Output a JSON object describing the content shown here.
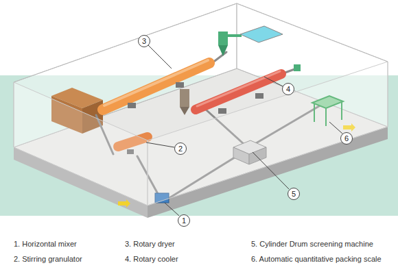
{
  "diagram": {
    "nodes": [
      {
        "text": [
          "3"
        ]
      },
      {
        "text": [
          "4"
        ]
      },
      {
        "text": [
          "6"
        ]
      },
      {
        "text": [
          "2"
        ]
      },
      {
        "text": [
          "5"
        ]
      },
      {
        "text": [
          "1"
        ]
      }
    ],
    "labels": [
      "1. Horizontal mixer",
      "3. Rotary dryer",
      "5. Cylinder Drum screening machine",
      "2. Stirring granulator",
      "4. Rotary cooler",
      "6. Automatic quantitative packing scale"
    ]
  }
}
